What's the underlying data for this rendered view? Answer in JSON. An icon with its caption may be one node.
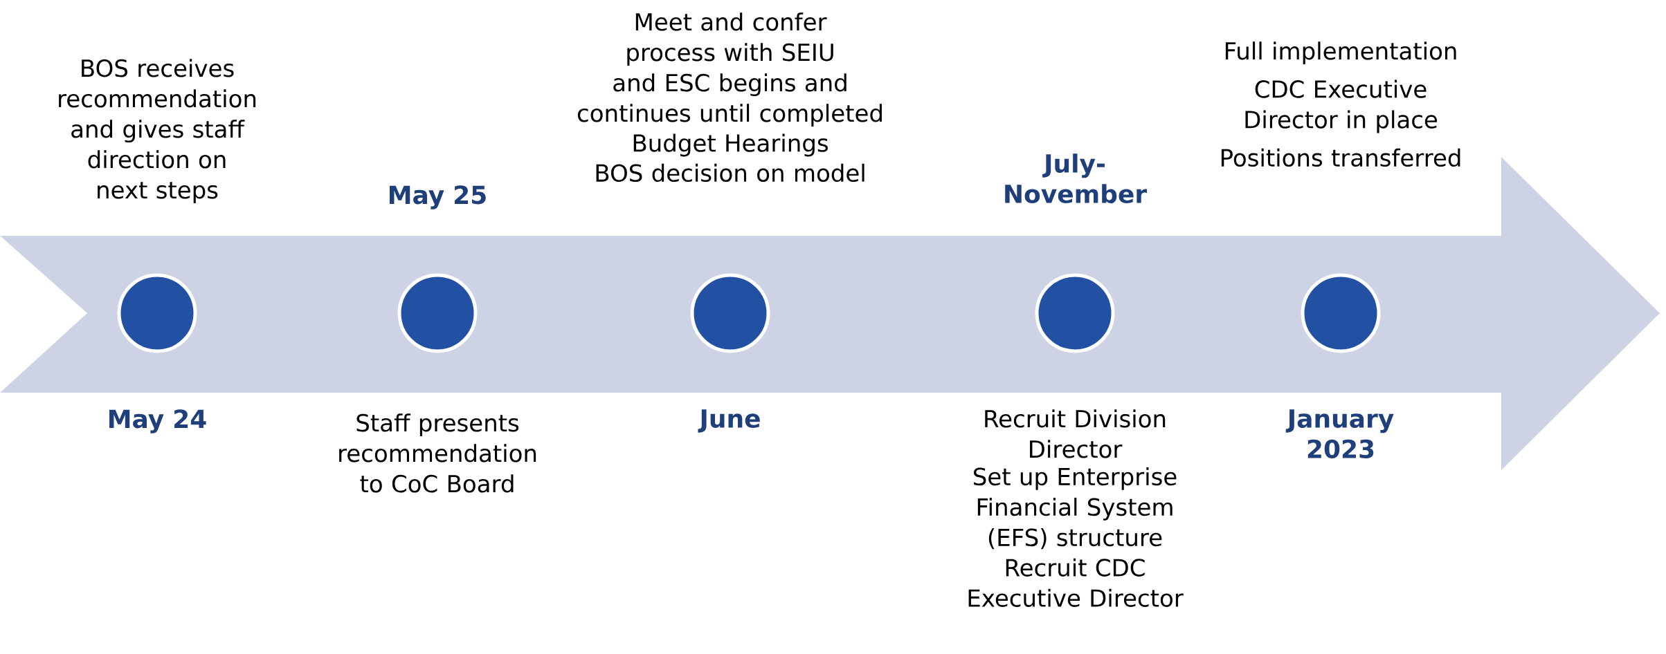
{
  "diagram": {
    "nodes": [
      {
        "text": [],
        "shape": "circle",
        "beside": [
          "BOS receives recommendation and gives staff direction on next steps",
          "May 24"
        ]
      },
      {
        "text": [],
        "shape": "circle",
        "beside": [
          "May 25",
          "Staff presents recommendation to CoC Board"
        ]
      },
      {
        "text": [],
        "shape": "circle",
        "beside": [
          "Meet and confer process with SEIU and ESC begins and continues until completed",
          "Budget Hearings",
          "BOS decision on model",
          "June"
        ]
      },
      {
        "text": [],
        "shape": "circle",
        "beside": [
          "July-November",
          "Recruit Division Director",
          "Set up Enterprise Financial System (EFS) structure",
          "Recruit CDC Executive Director"
        ]
      },
      {
        "text": [],
        "shape": "circle",
        "beside": [
          "Full implementation",
          "CDC Executive Director in place",
          "Positions transferred",
          "January 2023"
        ]
      }
    ]
  }
}
